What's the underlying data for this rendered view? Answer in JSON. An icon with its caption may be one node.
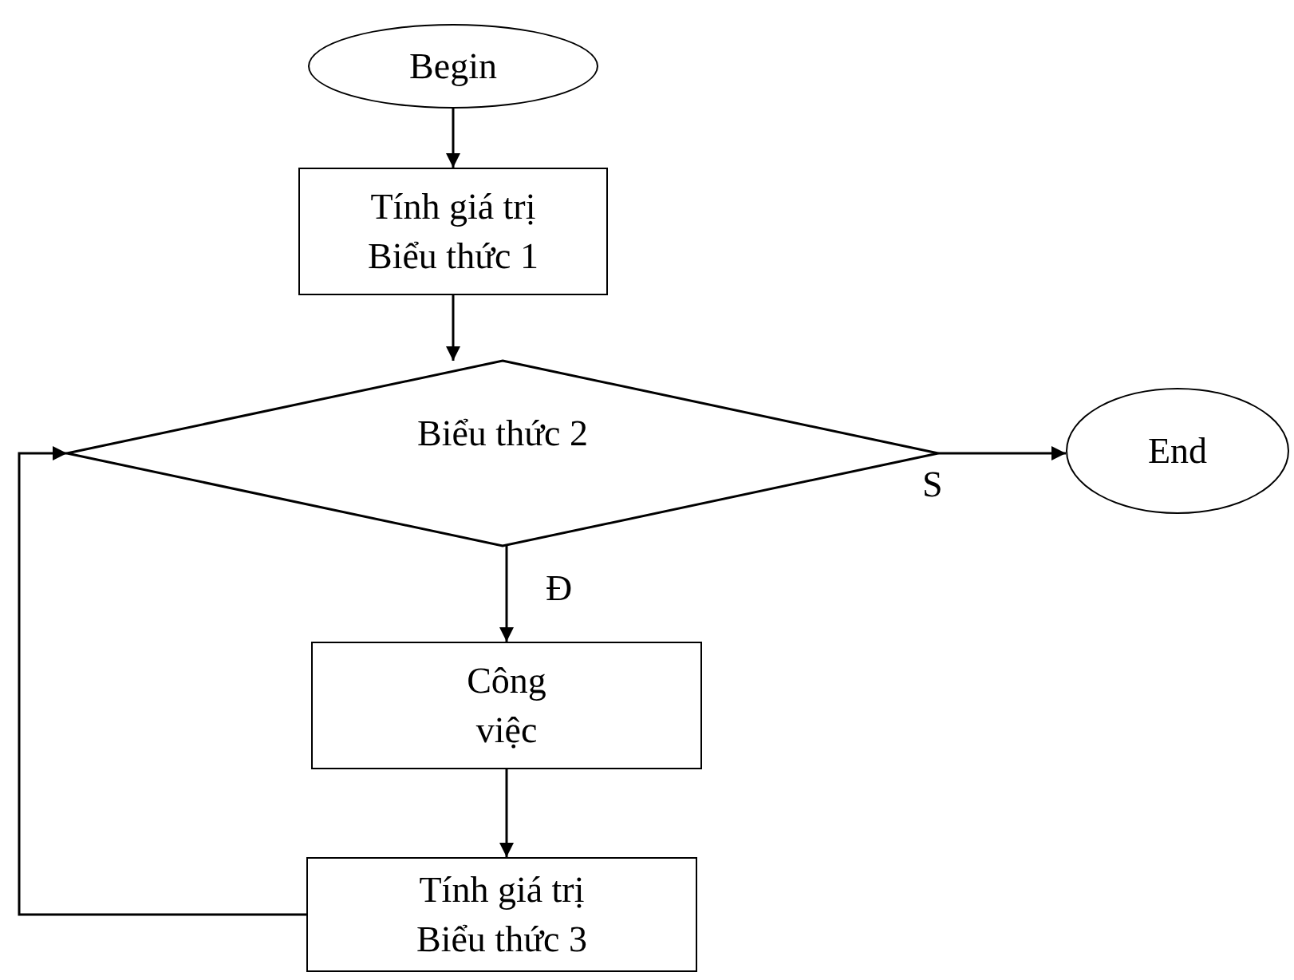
{
  "diagram": {
    "nodes": [
      {
        "text": [
          "Begin"
        ]
      },
      {
        "text": [
          "Tính giá trị Biểu thức 1"
        ]
      },
      {
        "text": [
          "Biểu thức 2"
        ]
      },
      {
        "text": [
          "End"
        ]
      },
      {
        "text": [
          "Công việc"
        ]
      },
      {
        "text": [
          "Tính giá trị Biểu thức 3"
        ]
      }
    ],
    "edges": [
      {
        "from": 0,
        "to": 1,
        "arrow": "to"
      },
      {
        "from": 1,
        "to": 2,
        "arrow": "to"
      },
      {
        "from": 2,
        "to": 3,
        "arrow": "to",
        "label": "S"
      },
      {
        "from": 2,
        "to": 4,
        "arrow": "to",
        "label": "Đ"
      },
      {
        "from": 4,
        "to": 5,
        "arrow": "to"
      },
      {
        "from": 5,
        "to": 2,
        "arrow": "to"
      }
    ]
  }
}
